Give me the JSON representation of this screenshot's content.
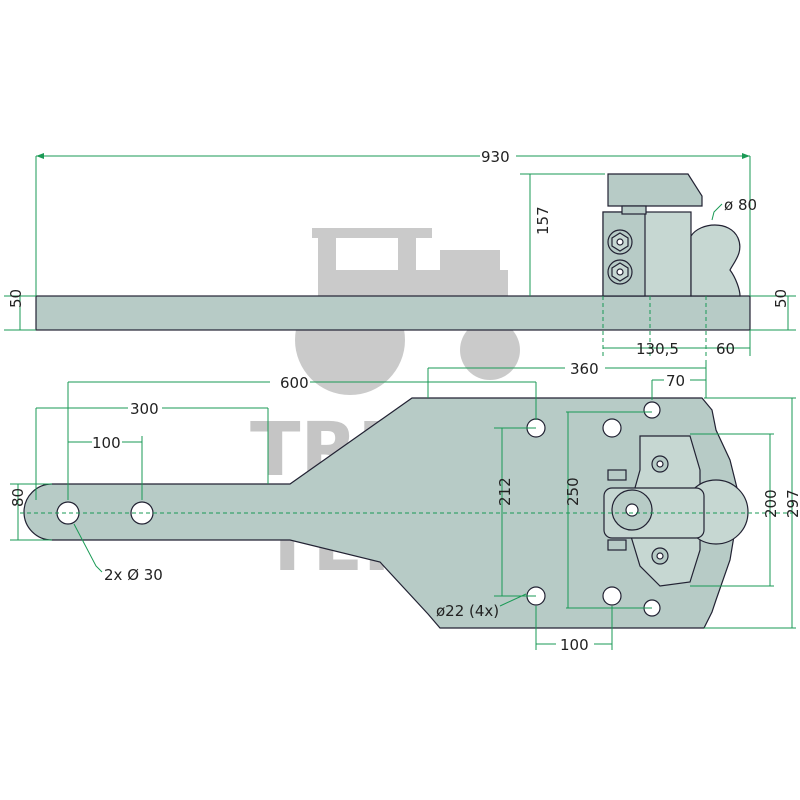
{
  "dimensions": {
    "overall_length": "930",
    "height": "157",
    "ball_diameter": "ø 80",
    "thickness_left": "50",
    "thickness_right": "50",
    "offset_130": "130,5",
    "offset_60": "60",
    "len_600": "600",
    "len_360": "360",
    "len_300": "300",
    "len_100_top": "100",
    "len_70": "70",
    "width_80": "80",
    "span_212": "212",
    "span_250": "250",
    "span_200": "200",
    "span_297": "297",
    "len_100_bottom": "100",
    "hole_label_2x": "2x Ø 30",
    "hole_label_4x": "ø22 (4x)"
  },
  "watermark": {
    "line1": "TRECKER",
    "line2": "TEILE24"
  },
  "colors": {
    "part": "#b7cbc6",
    "dimension_line": "#1a9a55",
    "watermark": "#8c8c8c"
  }
}
